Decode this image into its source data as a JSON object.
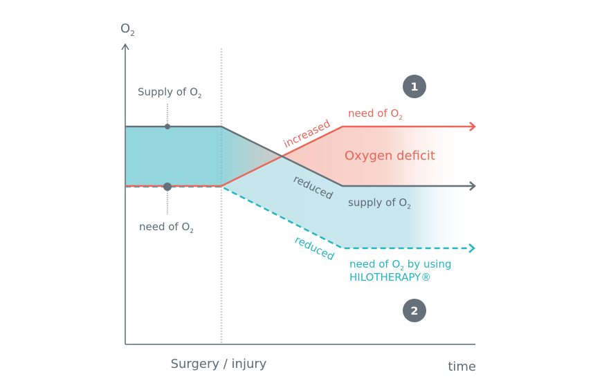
{
  "colors": {
    "axis": "#5f6a73",
    "supply": "#65707a",
    "need": "#ea6558",
    "need_reduced": "#22b6c2",
    "band_fill": "#93d7dd",
    "deficit_fill": "#f7cec6",
    "reduced_band_fill": "#c8e7ec",
    "badge": "#65707a",
    "text": "#5f6a73"
  },
  "axes": {
    "y_label_main": "O",
    "y_label_sub": "2",
    "x_label": "time",
    "event_label": "Surgery / injury"
  },
  "labels": {
    "supply_initial": {
      "main": "Supply of O",
      "sub": "2"
    },
    "need_initial": {
      "main": "need of O",
      "sub": "2"
    },
    "increased": "increased",
    "need_increased": {
      "main": "need of O",
      "sub": "2"
    },
    "oxygen_deficit": "Oxygen deficit",
    "reduced_supply_word": "reduced",
    "supply_reduced": {
      "main": "supply of O",
      "sub": "2"
    },
    "reduced_need_word": "reduced",
    "need_hilo_line1_main": "need of O",
    "need_hilo_line1_sub": "2",
    "need_hilo_line1_tail": " by using",
    "need_hilo_line2": "HILOTHERAPY®"
  },
  "badges": [
    "1",
    "2"
  ],
  "chart_data": {
    "type": "line",
    "title": "",
    "xlabel": "time",
    "ylabel": "O2",
    "event": {
      "x": 0.3,
      "label": "Surgery / injury"
    },
    "series": [
      {
        "name": "Supply of O2",
        "style": "solid",
        "points": [
          [
            0,
            0.72
          ],
          [
            0.3,
            0.72
          ],
          [
            0.6,
            0.52
          ],
          [
            1.0,
            0.52
          ]
        ]
      },
      {
        "name": "need of O2 (increased)",
        "style": "solid",
        "points": [
          [
            0,
            0.52
          ],
          [
            0.3,
            0.52
          ],
          [
            0.6,
            0.72
          ],
          [
            1.0,
            0.72
          ]
        ]
      },
      {
        "name": "need of O2 by using HILOTHERAPY",
        "style": "dashed",
        "points": [
          [
            0,
            0.51
          ],
          [
            0.3,
            0.51
          ],
          [
            0.6,
            0.31
          ],
          [
            1.0,
            0.31
          ]
        ]
      }
    ],
    "regions": [
      "Oxygen deficit"
    ]
  }
}
